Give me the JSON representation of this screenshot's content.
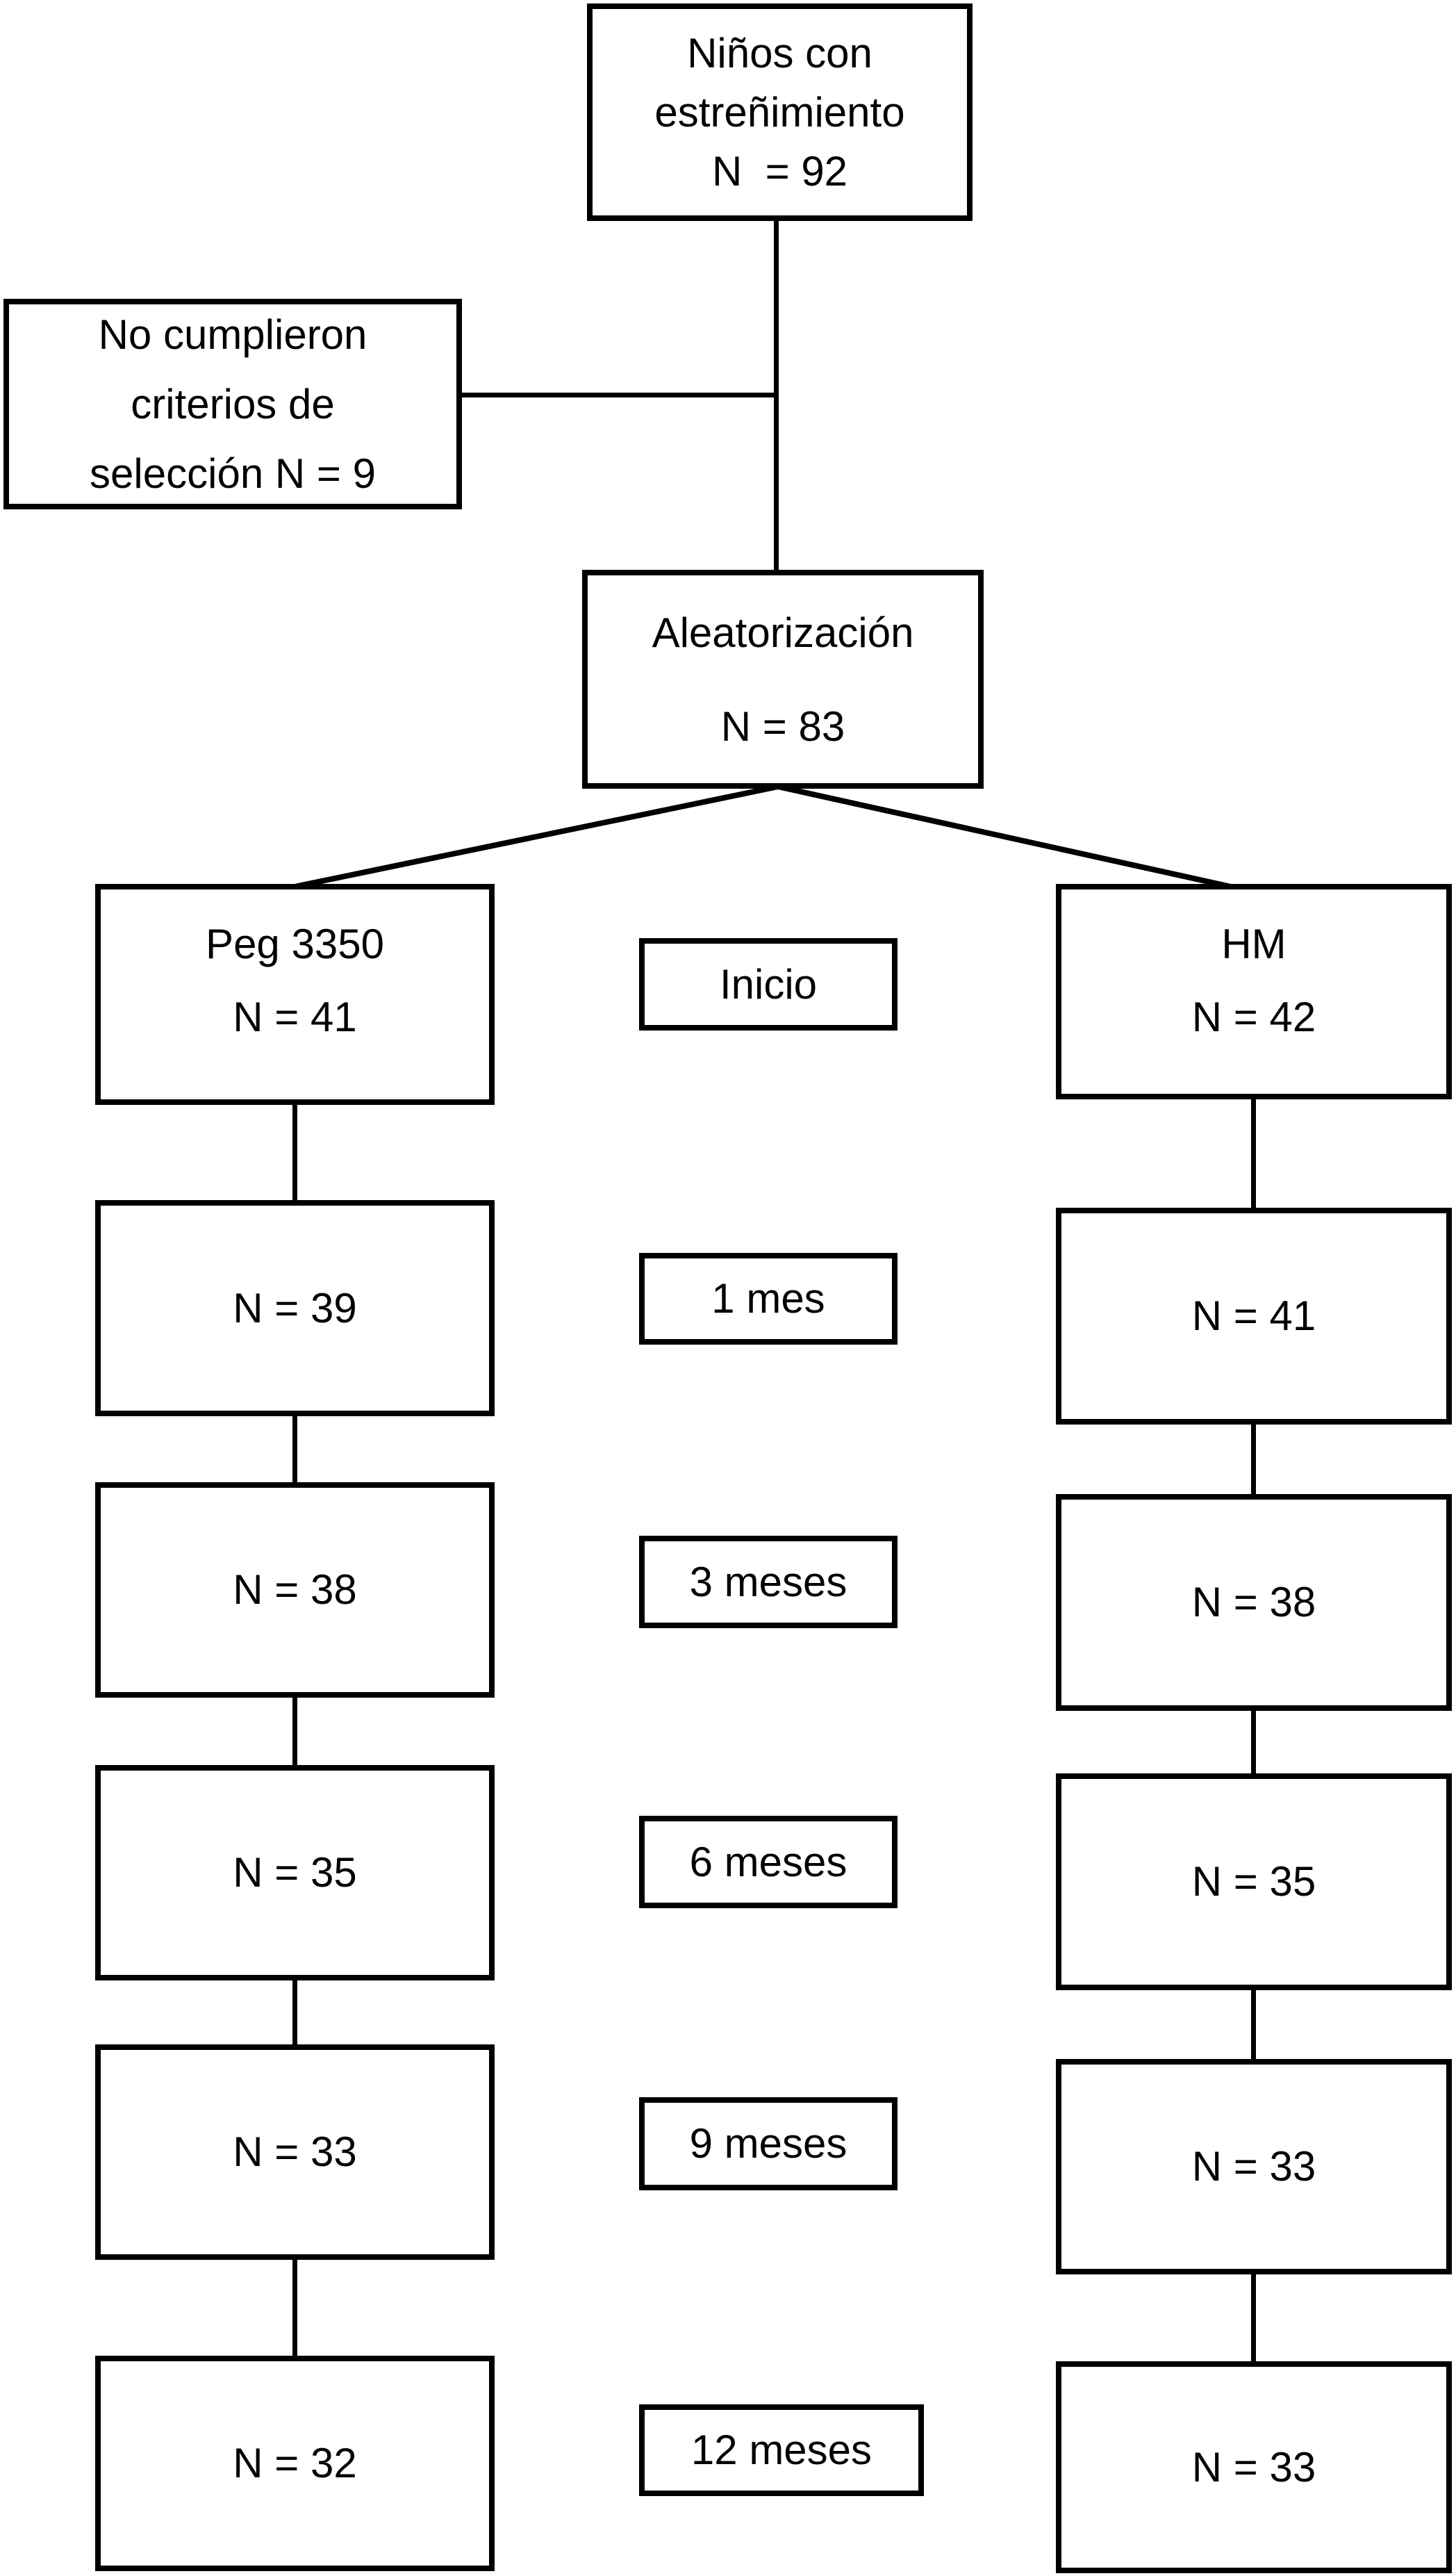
{
  "figure": {
    "background": "#ffffff",
    "line_color": "#000000",
    "screening_box": {
      "line1": "Niños con",
      "line2": "estreñimiento",
      "line3": "N  = 92"
    },
    "excluded_box": {
      "line1": "No cumplieron",
      "line2": "criterios de",
      "line3": "selección N = 9"
    },
    "randomization_box": {
      "line1": "Aleatorización",
      "line2": "N = 83"
    },
    "peg_arm": {
      "name": "Peg 3350",
      "n": "N = 41"
    },
    "hm_arm": {
      "name": "HM",
      "n": "N = 42"
    },
    "timepoints": {
      "t0": "Inicio",
      "t1": "1 mes",
      "t3": "3 meses",
      "t6": "6 meses",
      "t9": "9 meses",
      "t12": "12 meses"
    },
    "peg_counts": {
      "t1": "N = 39",
      "t3": "N = 38",
      "t6": "N = 35",
      "t9": "N = 33",
      "t12": "N = 32"
    },
    "hm_counts": {
      "t1": "N = 41",
      "t3": "N = 38",
      "t6": "N = 35",
      "t9": "N = 33",
      "t12": "N = 33"
    }
  }
}
